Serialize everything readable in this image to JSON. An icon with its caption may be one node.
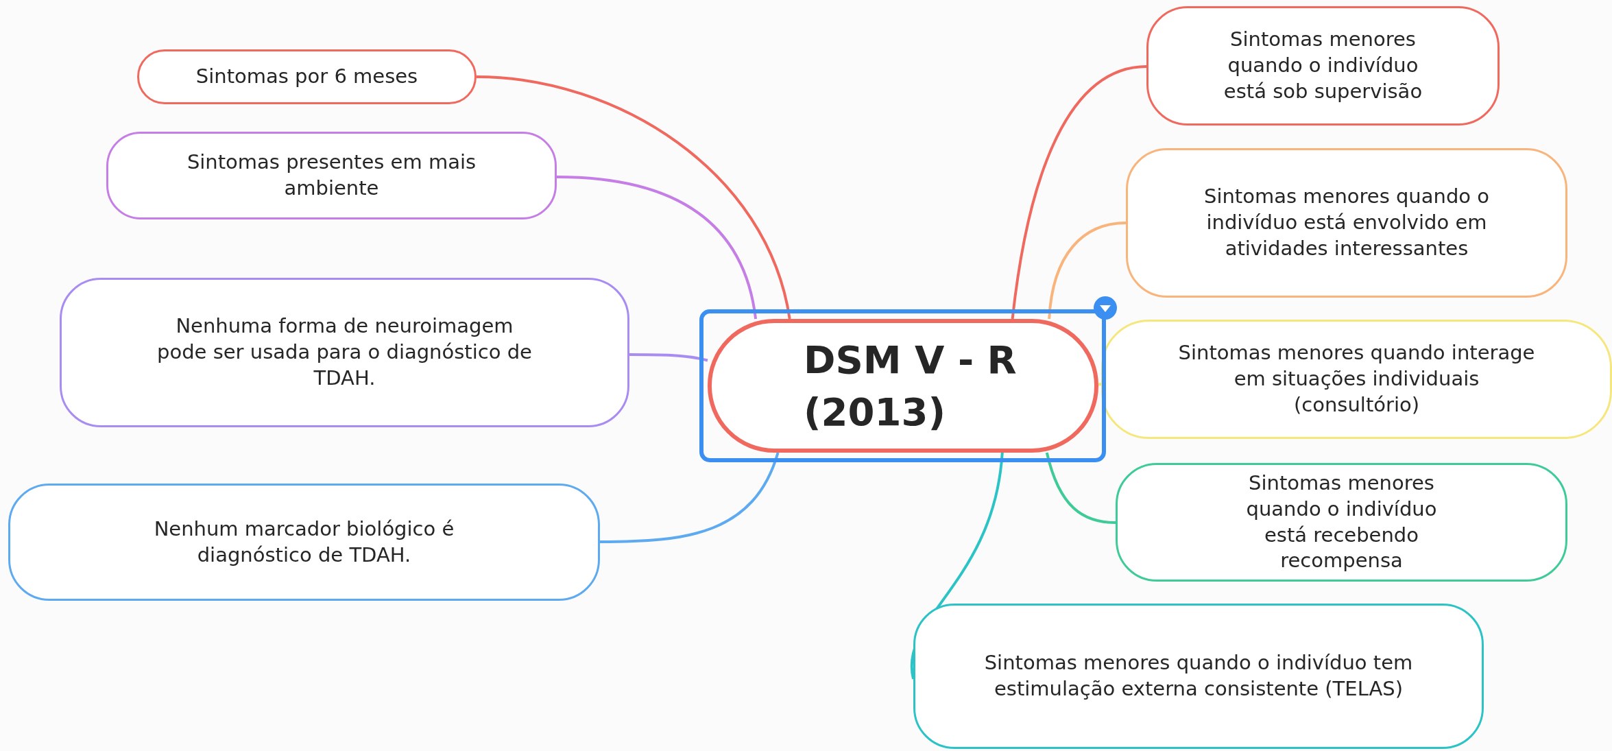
{
  "diagram": {
    "nodes": [
      {
        "text": [
          "DSM V - R (2013)"
        ]
      },
      {
        "text": [
          "Sintomas por 6 meses"
        ]
      },
      {
        "text": [
          "Sintomas presentes em mais ambiente"
        ]
      },
      {
        "text": [
          "Nenhuma forma de neuroimagem pode ser usada para o diagnóstico de TDAH."
        ]
      },
      {
        "text": [
          "Nenhum marcador biológico é diagnóstico de TDAH."
        ]
      },
      {
        "text": [
          "Sintomas menores quando o indivíduo está sob supervisão"
        ]
      },
      {
        "text": [
          "Sintomas menores quando o indivíduo está envolvido em atividades interessantes"
        ]
      },
      {
        "text": [
          "Sintomas menores quando interage em situações individuais (consultório)"
        ]
      },
      {
        "text": [
          "Sintomas menores quando o indivíduo está recebendo recompensa"
        ]
      },
      {
        "text": [
          "Sintomas menores quando o indivíduo tem estimulação externa consistente (TELAS)"
        ]
      }
    ],
    "edges": [
      {
        "from": 0,
        "to": 1,
        "arrow": "none",
        "color": "#f0695f"
      },
      {
        "from": 0,
        "to": 2,
        "arrow": "none",
        "color": "#c47ee6"
      },
      {
        "from": 0,
        "to": 3,
        "arrow": "none",
        "color": "#a88cf2"
      },
      {
        "from": 0,
        "to": 4,
        "arrow": "none",
        "color": "#5eaaf0"
      },
      {
        "from": 0,
        "to": 5,
        "arrow": "none",
        "color": "#f0695f"
      },
      {
        "from": 0,
        "to": 6,
        "arrow": "none",
        "color": "#f9b47c"
      },
      {
        "from": 0,
        "to": 7,
        "arrow": "none",
        "color": "#f5e77c"
      },
      {
        "from": 0,
        "to": 8,
        "arrow": "none",
        "color": "#3fcb98"
      },
      {
        "from": 0,
        "to": 9,
        "arrow": "none",
        "color": "#2cc3c6"
      }
    ]
  }
}
